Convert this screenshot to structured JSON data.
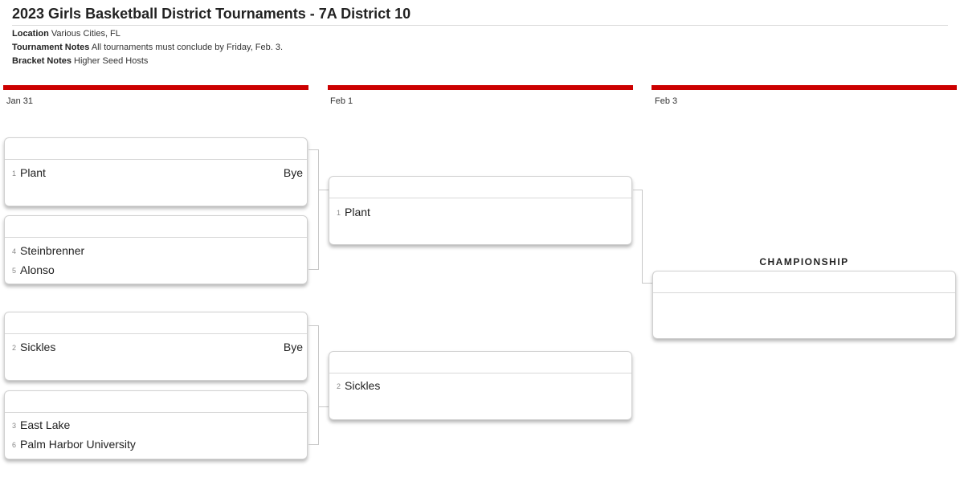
{
  "header": {
    "title": "2023 Girls Basketball District Tournaments - 7A District 10",
    "location_label": "Location",
    "location_value": "Various Cities, FL",
    "tournament_notes_label": "Tournament Notes",
    "tournament_notes_value": "All tournaments must conclude by Friday, Feb. 3.",
    "bracket_notes_label": "Bracket Notes",
    "bracket_notes_value": "Higher Seed Hosts"
  },
  "rounds": [
    {
      "date": "Jan 31"
    },
    {
      "date": "Feb 1"
    },
    {
      "date": "Feb 3"
    }
  ],
  "round1": [
    {
      "team1": {
        "seed": "1",
        "name": "Plant",
        "result": "Bye"
      },
      "team2": {
        "seed": "",
        "name": "",
        "result": ""
      }
    },
    {
      "team1": {
        "seed": "4",
        "name": "Steinbrenner",
        "result": ""
      },
      "team2": {
        "seed": "5",
        "name": "Alonso",
        "result": ""
      }
    },
    {
      "team1": {
        "seed": "2",
        "name": "Sickles",
        "result": "Bye"
      },
      "team2": {
        "seed": "",
        "name": "",
        "result": ""
      }
    },
    {
      "team1": {
        "seed": "3",
        "name": "East Lake",
        "result": ""
      },
      "team2": {
        "seed": "6",
        "name": "Palm Harbor University",
        "result": ""
      }
    }
  ],
  "round2": [
    {
      "team1": {
        "seed": "1",
        "name": "Plant"
      }
    },
    {
      "team1": {
        "seed": "2",
        "name": "Sickles"
      }
    }
  ],
  "championship": {
    "label": "CHAMPIONSHIP"
  },
  "colors": {
    "accent": "#cc0000"
  }
}
